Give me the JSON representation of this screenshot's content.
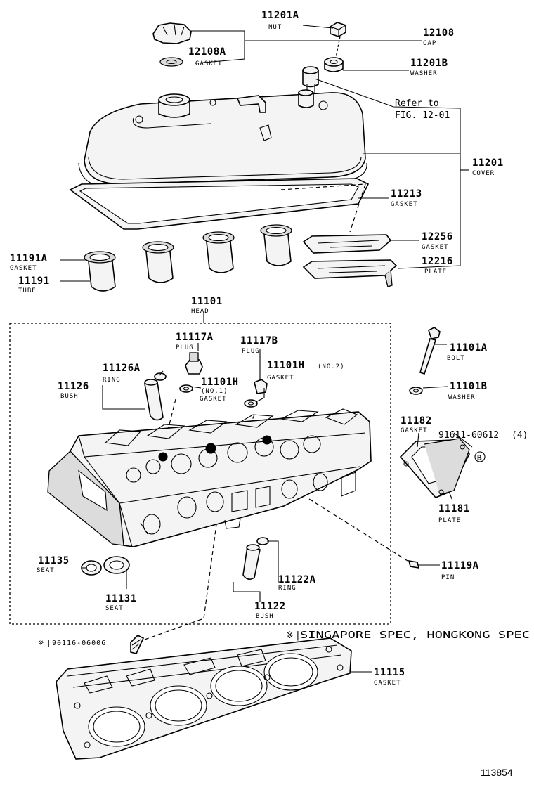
{
  "callouts": {
    "nut": {
      "number": "11201A",
      "name": "NUT"
    },
    "cap": {
      "number": "12108",
      "name": "CAP"
    },
    "cap_gasket": {
      "number": "12108A",
      "name": "GASKET"
    },
    "washer": {
      "number": "11201B",
      "name": "WASHER"
    },
    "refer": {
      "line1": "Refer to",
      "line2": "FIG. 12-01"
    },
    "cover": {
      "number": "11201",
      "name": "COVER"
    },
    "cover_gasket": {
      "number": "11213",
      "name": "GASKET"
    },
    "gasket_12256": {
      "number": "12256",
      "name": "GASKET"
    },
    "plate_12216": {
      "number": "12216",
      "name": "PLATE"
    },
    "tube_gasket": {
      "number": "11191A",
      "name": "GASKET"
    },
    "tube": {
      "number": "11191",
      "name": "TUBE"
    },
    "head": {
      "number": "11101",
      "name": "HEAD"
    },
    "plug_a": {
      "number": "11117A",
      "name": "PLUG"
    },
    "plug_b": {
      "number": "11117B",
      "name": "PLUG"
    },
    "ring_126a": {
      "number": "11126A",
      "name": "RING"
    },
    "bush_126": {
      "number": "11126",
      "name": "BUSH"
    },
    "gasket_no1": {
      "number": "11101H",
      "qualifier": "(NO.1)",
      "name": "GASKET"
    },
    "gasket_no2": {
      "number": "11101H",
      "qualifier": "(NO.2)",
      "name": "GASKET"
    },
    "bolt": {
      "number": "11101A",
      "name": "BOLT"
    },
    "washer_b": {
      "number": "11101B",
      "name": "WASHER"
    },
    "gasket_11182": {
      "number": "11182",
      "name": "GASKET"
    },
    "bolt_91611": {
      "number": "91611-60612",
      "qty": "(4)"
    },
    "plate_11181": {
      "number": "11181",
      "name": "PLATE"
    },
    "seat_11135": {
      "number": "11135",
      "name": "SEAT"
    },
    "seat_11131": {
      "number": "11131",
      "name": "SEAT"
    },
    "ring_122a": {
      "number": "11122A",
      "name": "RING"
    },
    "bush_122": {
      "number": "11122",
      "name": "BUSH"
    },
    "pin": {
      "number": "11119A",
      "name": "PIN"
    },
    "stud": {
      "mark": "※",
      "number": "90116-06006"
    },
    "head_gasket": {
      "number": "11115",
      "name": "GASKET"
    }
  },
  "footnote": {
    "mark": "※",
    "text": "SINGAPORE SPEC, HONGKONG SPEC"
  },
  "circle_mark": "B",
  "figure_number": "113854"
}
